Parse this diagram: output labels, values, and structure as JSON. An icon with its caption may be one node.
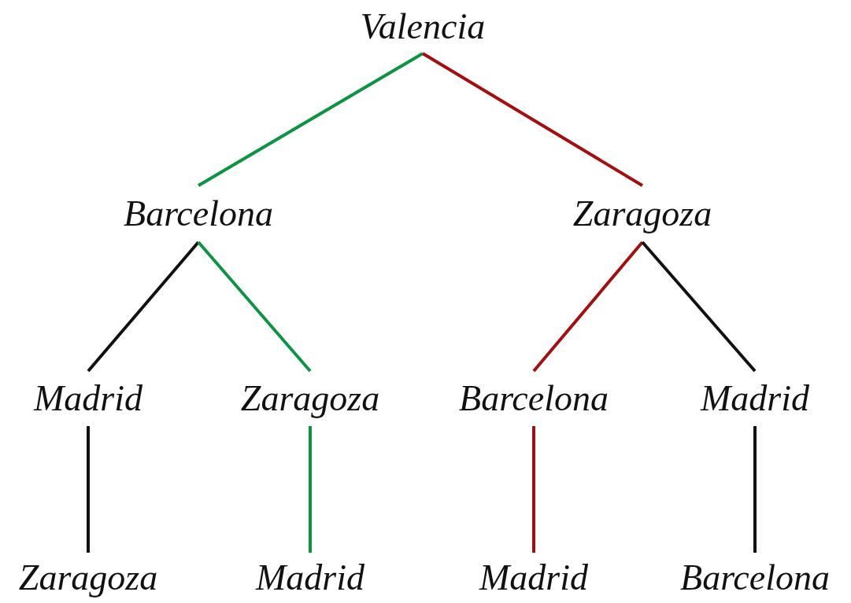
{
  "diagram": {
    "nodes": [
      {
        "text": [
          "Valencia"
        ]
      },
      {
        "text": [
          "Barcelona"
        ]
      },
      {
        "text": [
          "Zaragoza"
        ]
      },
      {
        "text": [
          "Madrid"
        ]
      },
      {
        "text": [
          "Zaragoza"
        ]
      },
      {
        "text": [
          "Barcelona"
        ]
      },
      {
        "text": [
          "Madrid"
        ]
      },
      {
        "text": [
          "Zaragoza"
        ]
      },
      {
        "text": [
          "Madrid"
        ]
      },
      {
        "text": [
          "Madrid"
        ]
      },
      {
        "text": [
          "Barcelona"
        ]
      }
    ],
    "edges": [
      {
        "from": 0,
        "to": 1,
        "arrow": "none",
        "color": "#0b9444"
      },
      {
        "from": 0,
        "to": 2,
        "arrow": "none",
        "color": "#a50e0e"
      },
      {
        "from": 1,
        "to": 3,
        "arrow": "none"
      },
      {
        "from": 1,
        "to": 4,
        "arrow": "none",
        "color": "#0b9444"
      },
      {
        "from": 2,
        "to": 5,
        "arrow": "none",
        "color": "#a50e0e"
      },
      {
        "from": 2,
        "to": 6,
        "arrow": "none"
      },
      {
        "from": 3,
        "to": 7,
        "arrow": "none"
      },
      {
        "from": 4,
        "to": 8,
        "arrow": "none",
        "color": "#0b9444"
      },
      {
        "from": 5,
        "to": 9,
        "arrow": "none",
        "color": "#a50e0e"
      },
      {
        "from": 6,
        "to": 10,
        "arrow": "none"
      }
    ]
  }
}
